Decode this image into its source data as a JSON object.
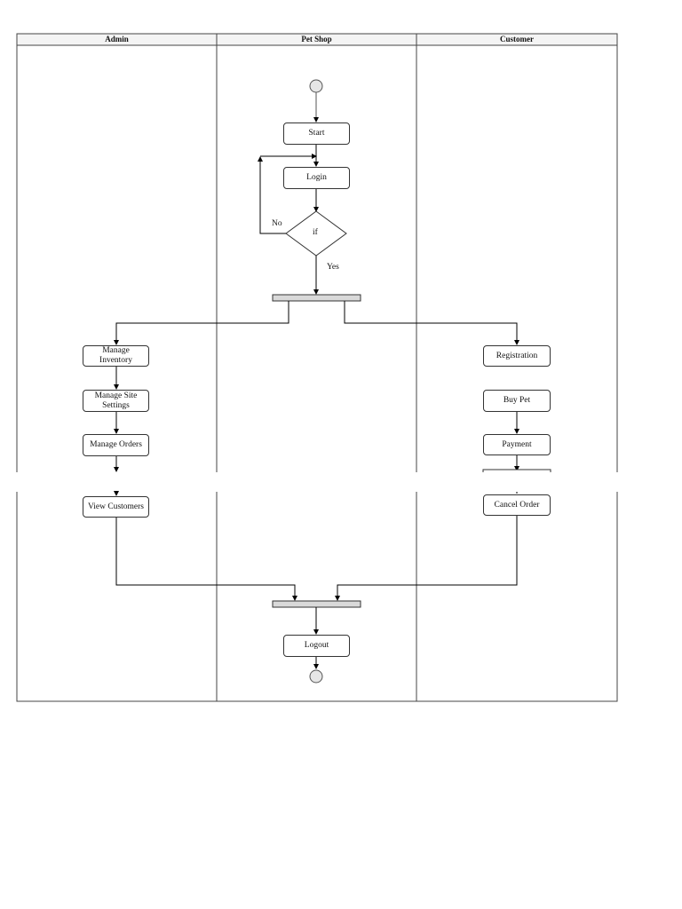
{
  "lanes": {
    "admin": "Admin",
    "petshop": "Pet Shop",
    "customer": "Customer"
  },
  "nodes": {
    "start": "Start",
    "login": "Login",
    "decision": "if",
    "manage_inventory": "Manage Inventory",
    "manage_site_settings": "Manage Site\nSettings",
    "manage_orders": "Manage Orders",
    "view_customers": "View Customers",
    "registration": "Registration",
    "buy_pet": "Buy Pet",
    "payment": "Payment",
    "cancel_order": "Cancel Order",
    "logout": "Logout"
  },
  "edges": {
    "no": "No",
    "yes": "Yes"
  }
}
